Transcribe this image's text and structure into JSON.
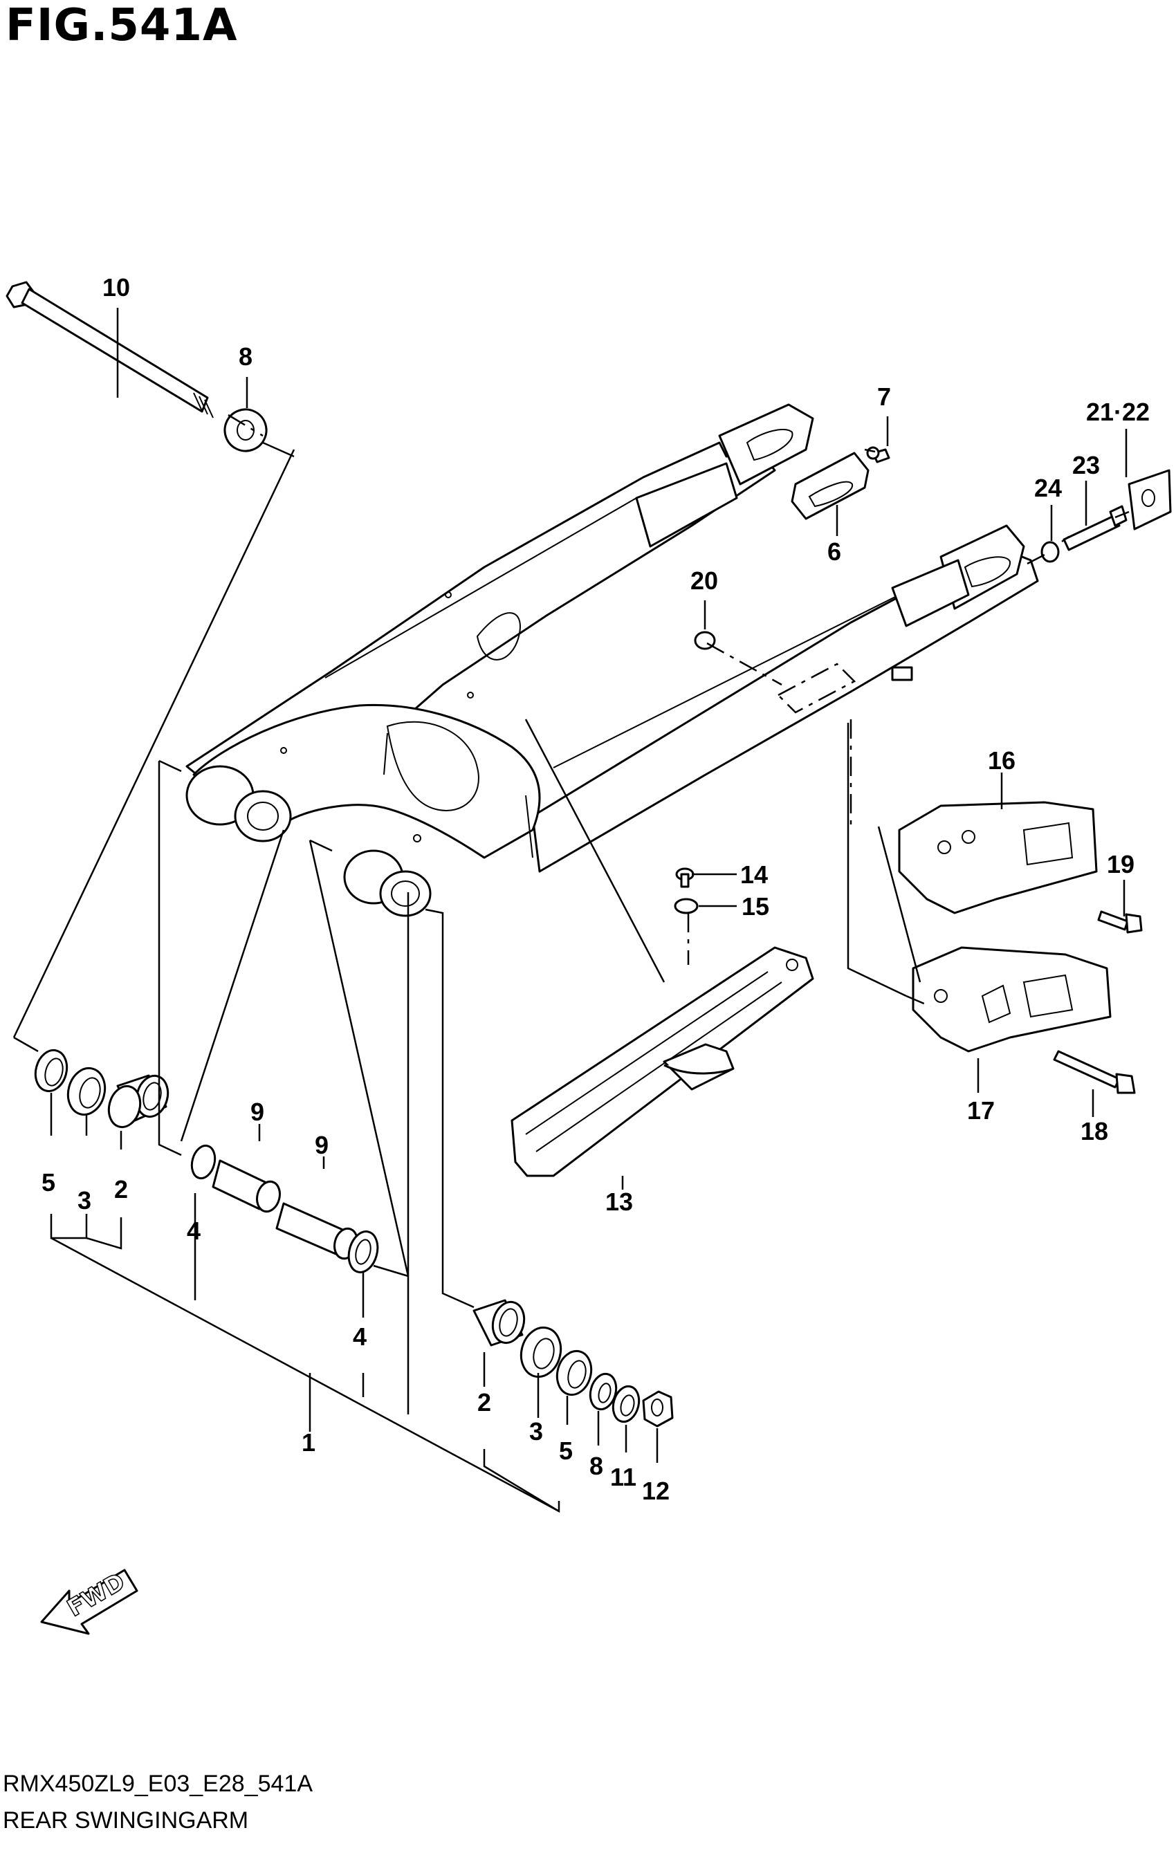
{
  "figure": {
    "title": "FIG.541A",
    "model_code": "RMX450ZL9_E03_E28_541A",
    "name": "REAR SWINGINGARM"
  },
  "fwd_label": "FWD",
  "callouts": [
    "10",
    "8",
    "7",
    "21·22",
    "23",
    "24",
    "6",
    "20",
    "16",
    "14",
    "15",
    "19",
    "5",
    "3",
    "2",
    "9",
    "9",
    "4",
    "4",
    "13",
    "17",
    "18",
    "1",
    "2",
    "3",
    "5",
    "8",
    "11",
    "12"
  ]
}
